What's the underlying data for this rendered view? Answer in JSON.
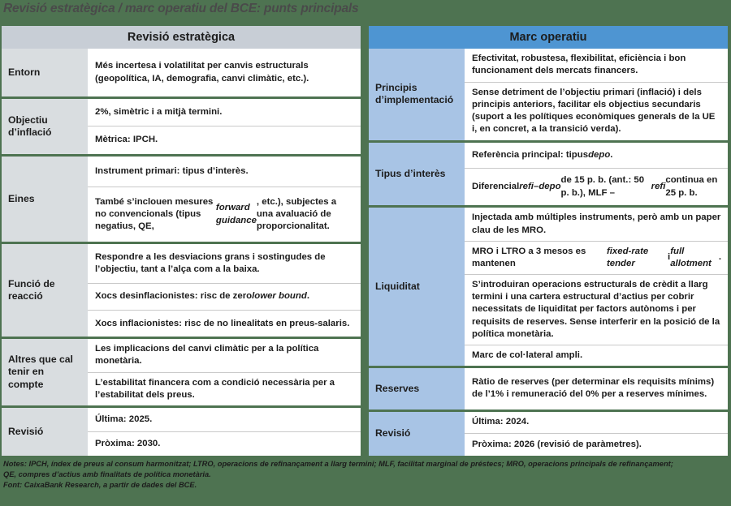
{
  "title": "Revisió estratègica / marc operatiu del BCE: punts principals",
  "colors": {
    "background_green": "#4e7351",
    "left_header": "#c8ced6",
    "left_label": "#d9dde0",
    "right_header": "#4e95d2",
    "right_label": "#a8c4e5",
    "cell_background": "#ffffff",
    "separator": "#c9c9c9"
  },
  "left_panel": {
    "header": "Revisió estratègica",
    "groups": [
      {
        "label": "Entorn",
        "cells": [
          "Més incertesa i volatilitat per canvis estructurals (geopolítica, IA, demografia, canvi climàtic, etc.)."
        ]
      },
      {
        "label": "Objectiu d’inflació",
        "cells": [
          "2%, simètric i a mitjà termini.",
          "Mètrica: IPCH."
        ]
      },
      {
        "label": "Eines",
        "cells": [
          "Instrument primari: tipus d’interès.",
          "També s’inclouen mesures no convencionals (tipus negatius, QE, <i>forward guidance</i>, etc.), subjectes a una avaluació de proporcionalitat."
        ]
      },
      {
        "label": "Funció de reacció",
        "cells": [
          "Respondre a les desviacions grans i sostingudes de l’objectiu, tant a l’alça com a la baixa.",
          "Xocs desinflacionistes: risc de zero <i>lower bound</i>.",
          "Xocs inflacionistes: risc de no linealitats en preus-salaris."
        ]
      },
      {
        "label": "Altres que cal tenir en compte",
        "cells": [
          "Les implicacions del canvi climàtic per a la política monetària.",
          "L’estabilitat financera com a condició necessària per a l’estabilitat dels preus."
        ]
      },
      {
        "label": "Revisió",
        "cells": [
          "Última: 2025.",
          "Pròxima: 2030."
        ]
      }
    ]
  },
  "right_panel": {
    "header": "Marc operatiu",
    "groups": [
      {
        "label": "Principis d’implementació",
        "cells": [
          "Efectivitat, robustesa, flexibilitat, eficiència i bon funcionament dels mercats financers.",
          "Sense detriment de l’objectiu primari (inflació) i dels principis anteriors, facilitar els objectius secundaris (suport a les polítiques econòmiques generals de la UE i, en concret, a la transició verda)."
        ]
      },
      {
        "label": "Tipus d’interès",
        "cells": [
          "Referència principal: tipus <i>depo</i>.",
          "Diferencial <i>refi</i> – <i>depo</i> de 15 p. b. (ant.: 50 p. b.), MLF – <i>refi</i> continua en 25 p. b."
        ]
      },
      {
        "label": "Liquiditat",
        "cells": [
          "Injectada amb múltiples instruments, però amb un paper clau de les MRO.",
          "MRO i LTRO a 3 mesos es mantenen <i>fixed-rate tender</i> i <i>full allotment</i>.",
          "S’introduiran operacions estructurals de crèdit a llarg termini i una cartera estructural d’actius per cobrir necessitats de liquiditat per factors autònoms i per requisits de reserves. Sense interferir en la posició de la política monetària.",
          "Marc de col·lateral ampli."
        ]
      },
      {
        "label": "Reserves",
        "cells": [
          "Ràtio de reserves (per determinar els requisits mínims) de l’1% i remuneració del 0% per a reserves mínimes."
        ]
      },
      {
        "label": "Revisió",
        "cells": [
          "Última: 2024.",
          "Pròxima: 2026 (revisió de paràmetres)."
        ]
      }
    ]
  },
  "footer": {
    "notes_line1": "Notes: IPCH, índex de preus al consum harmonitzat; LTRO, operacions de refinançament a llarg termini; MLF, facilitat marginal de préstecs; MRO, operacions principals de refinançament;",
    "notes_line2": "QE, compres d’actius amb finalitats de política monetària.",
    "source": "Font: CaixaBank Research, a partir de dades del BCE."
  }
}
